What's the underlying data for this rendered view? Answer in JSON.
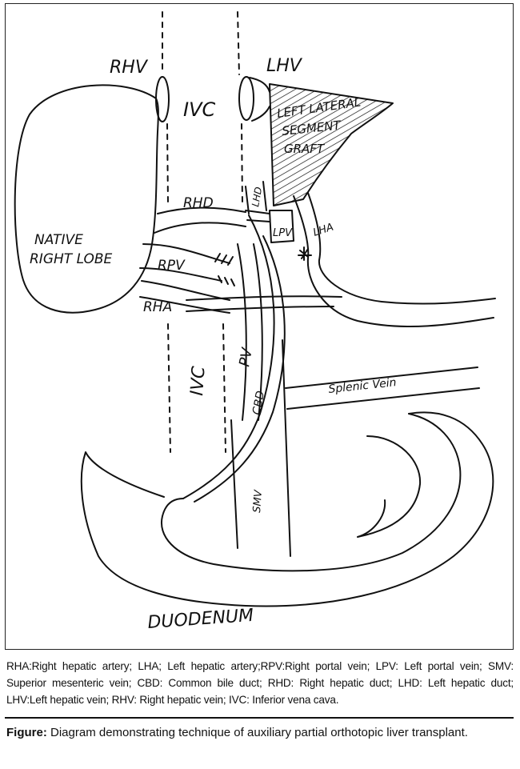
{
  "diagram": {
    "labels": {
      "rhv": "RHV",
      "lhv": "LHV",
      "ivc_top": "IVC",
      "graft": [
        "LEFT LATERAL",
        "SEGMENT",
        "GRAFT"
      ],
      "native": [
        "NATIVE",
        "RIGHT LOBE"
      ],
      "rhd": "RHD",
      "lhd": "LHD",
      "lpv": "LPV",
      "lha": "LHA",
      "rpv": "RPV",
      "rha": "RHA",
      "ivc_bottom": "IVC",
      "pv": "PV",
      "cbd": "CBD",
      "smv": "SMV",
      "splenic": "Splenic Vein",
      "duodenum": "DUODENUM"
    }
  },
  "legend": "RHA:Right hepatic artery; LHA; Left hepatic artery;RPV:Right portal vein; LPV: Left portal vein; SMV: Superior mesenteric vein; CBD: Common bile duct; RHD: Right hepatic duct; LHD: Left hepatic duct; LHV:Left hepatic vein; RHV: Right hepatic vein; IVC: Inferior vena cava.",
  "caption": {
    "lead": "Figure:",
    "text": " Diagram demonstrating technique of auxiliary partial orthotopic liver transplant."
  }
}
